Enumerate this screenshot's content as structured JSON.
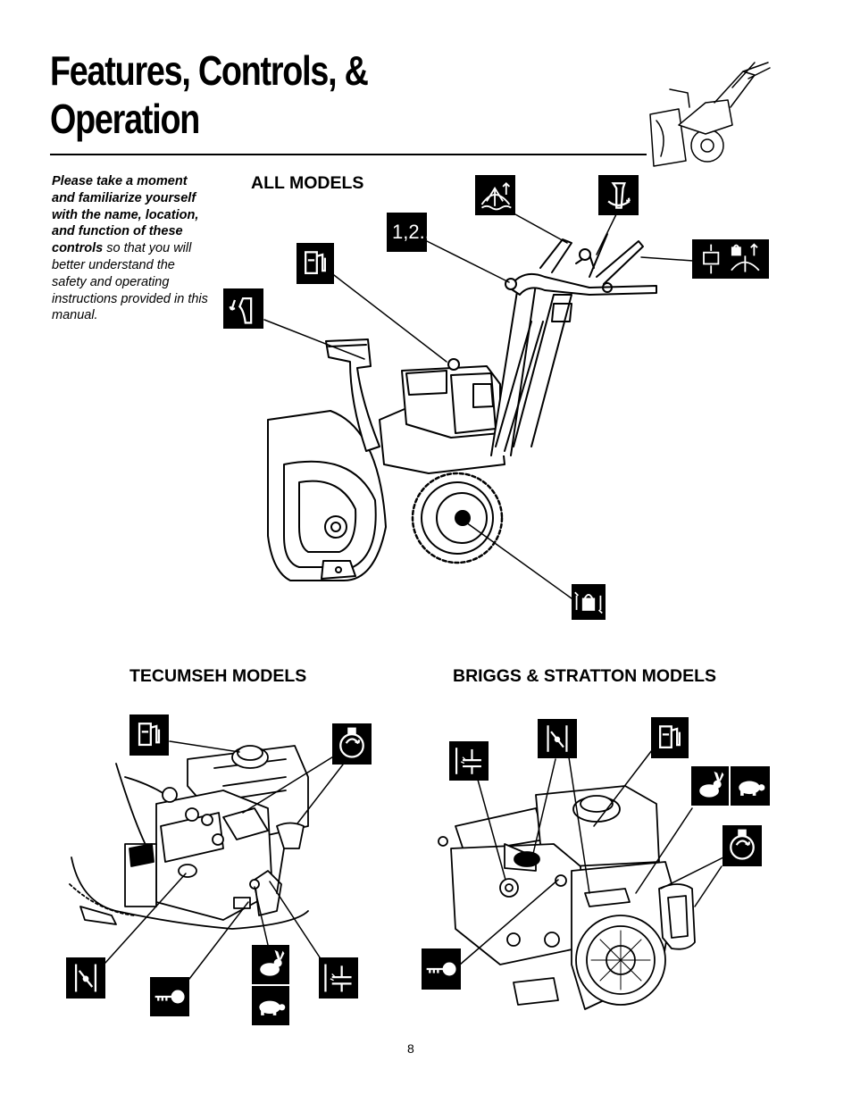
{
  "page": {
    "title_line1": "Features, Controls, &",
    "title_line2": "Operation",
    "page_number": "8"
  },
  "intro": {
    "bold_part": "Please take a moment and familiarize yourself with the name, location, and function of these controls",
    "regular_part": " so that you will better understand the safety and operating instructions provided in this manual."
  },
  "sections": {
    "all_models": "ALL MODELS",
    "tecumseh_models": "TECUMSEH MODELS",
    "briggs_models": "BRIGGS & STRATTON MODELS"
  },
  "icons": {
    "speed_selector_text": "1,2..",
    "names": [
      "fuel-icon",
      "chute-deflector-icon",
      "auger-control-icon",
      "chute-rotation-icon",
      "speed-selector-icon",
      "drive-auger-lock-icon",
      "wheel-lock-icon",
      "primer-icon",
      "choke-icon",
      "ignition-key-icon",
      "throttle-fast-icon",
      "throttle-slow-icon",
      "recoil-starter-icon"
    ]
  },
  "colors": {
    "ink": "#000000",
    "paper": "#ffffff"
  }
}
